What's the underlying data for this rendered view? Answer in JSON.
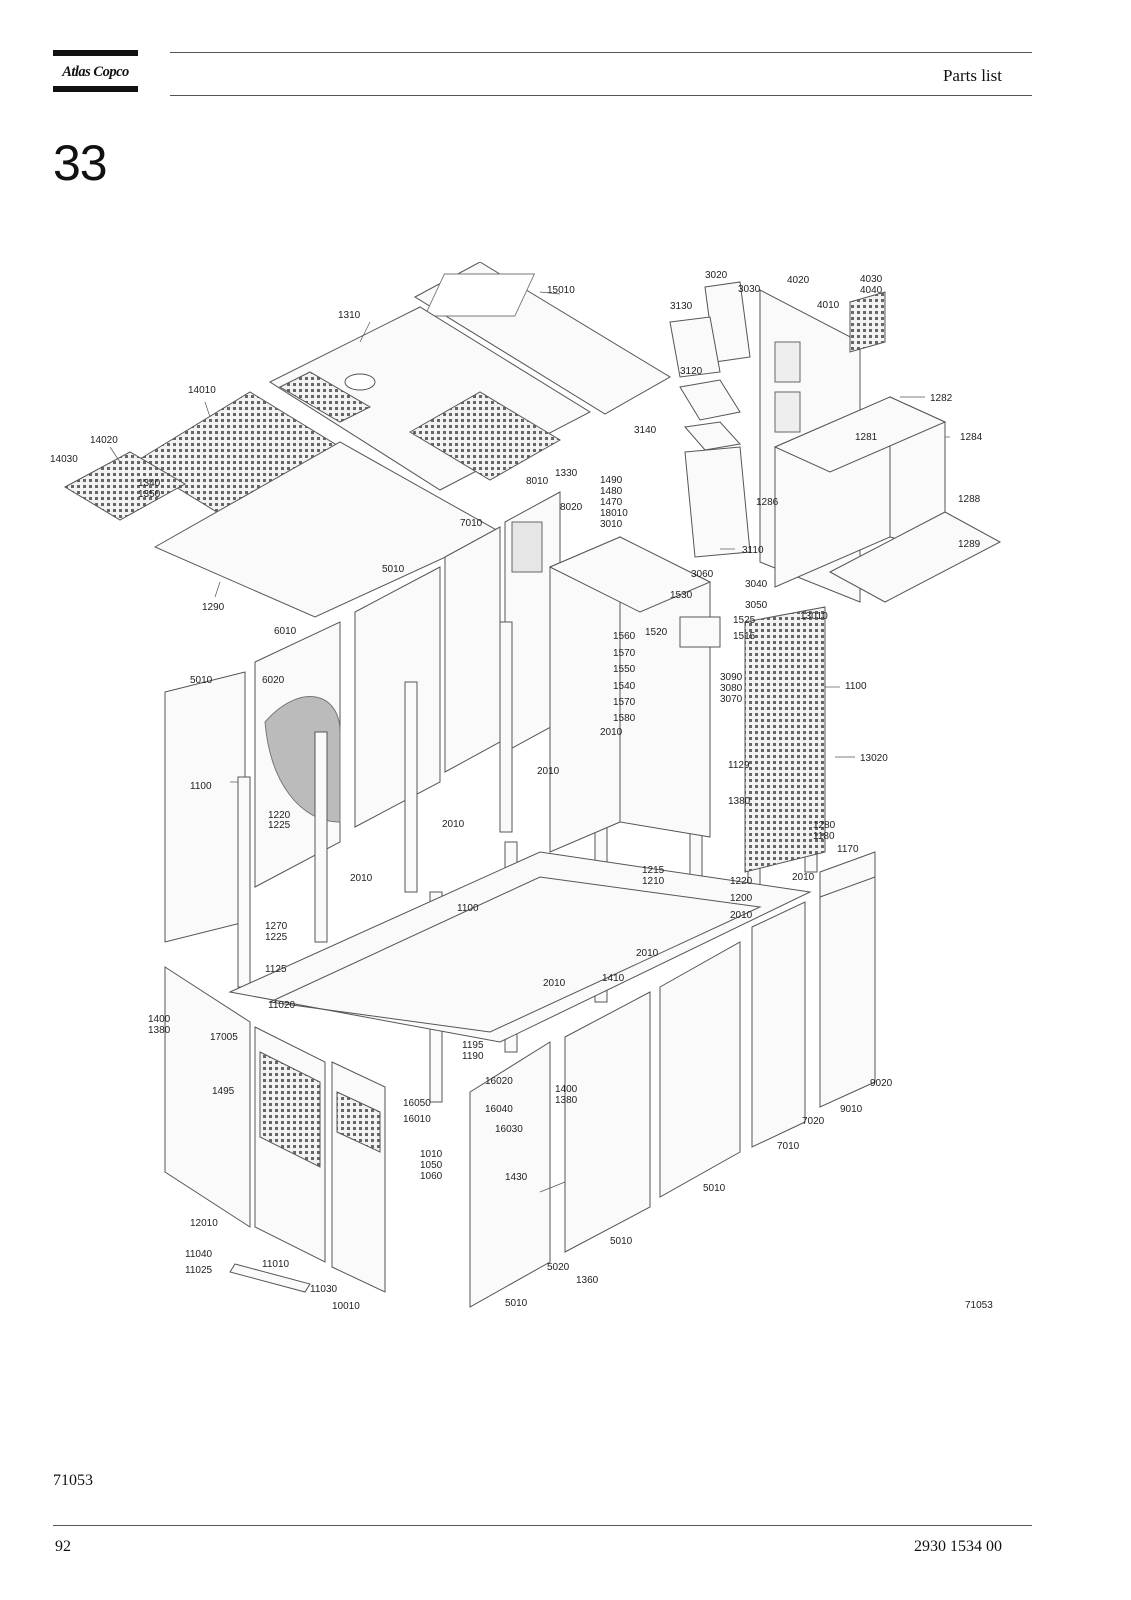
{
  "header": {
    "logo_text": "Atlas Copco",
    "title": "Parts list"
  },
  "section_number": "33",
  "figure": {
    "drawing_number": "71053",
    "callouts": [
      {
        "id": "c15010",
        "text": "15010"
      },
      {
        "id": "c1310",
        "text": "1310"
      },
      {
        "id": "c14010",
        "text": "14010"
      },
      {
        "id": "c14020",
        "text": "14020"
      },
      {
        "id": "c14030",
        "text": "14030"
      },
      {
        "id": "c1340",
        "text": "1340"
      },
      {
        "id": "c1350",
        "text": "1350"
      },
      {
        "id": "c1290",
        "text": "1290"
      },
      {
        "id": "c1330",
        "text": "1330"
      },
      {
        "id": "c8010",
        "text": "8010"
      },
      {
        "id": "c8020",
        "text": "8020"
      },
      {
        "id": "c7010a",
        "text": "7010"
      },
      {
        "id": "c5010a",
        "text": "5010"
      },
      {
        "id": "c6010",
        "text": "6010"
      },
      {
        "id": "c5010b",
        "text": "5010"
      },
      {
        "id": "c6020",
        "text": "6020"
      },
      {
        "id": "c1100a",
        "text": "1100"
      },
      {
        "id": "c1220",
        "text": "1220"
      },
      {
        "id": "c1225a",
        "text": "1225"
      },
      {
        "id": "c2010a",
        "text": "2010"
      },
      {
        "id": "c2010b",
        "text": "2010"
      },
      {
        "id": "c2010c",
        "text": "2010"
      },
      {
        "id": "c1490",
        "text": "1490"
      },
      {
        "id": "c1480",
        "text": "1480"
      },
      {
        "id": "c1470",
        "text": "1470"
      },
      {
        "id": "c18010",
        "text": "18010"
      },
      {
        "id": "c3010",
        "text": "3010"
      },
      {
        "id": "c3020",
        "text": "3020"
      },
      {
        "id": "c3030",
        "text": "3030"
      },
      {
        "id": "c3130",
        "text": "3130"
      },
      {
        "id": "c3120",
        "text": "3120"
      },
      {
        "id": "c3140",
        "text": "3140"
      },
      {
        "id": "c3110",
        "text": "3110"
      },
      {
        "id": "c3060",
        "text": "3060"
      },
      {
        "id": "c3040",
        "text": "3040"
      },
      {
        "id": "c3050",
        "text": "3050"
      },
      {
        "id": "c4020",
        "text": "4020"
      },
      {
        "id": "c4010",
        "text": "4010"
      },
      {
        "id": "c4030",
        "text": "4030"
      },
      {
        "id": "c4040",
        "text": "4040"
      },
      {
        "id": "c1282",
        "text": "1282"
      },
      {
        "id": "c1281",
        "text": "1281"
      },
      {
        "id": "c1284",
        "text": "1284"
      },
      {
        "id": "c1286",
        "text": "1286"
      },
      {
        "id": "c1288",
        "text": "1288"
      },
      {
        "id": "c1289",
        "text": "1289"
      },
      {
        "id": "c1530",
        "text": "1530"
      },
      {
        "id": "c1525",
        "text": "1525"
      },
      {
        "id": "c1520",
        "text": "1520"
      },
      {
        "id": "c1515",
        "text": "1515"
      },
      {
        "id": "c1560",
        "text": "1560"
      },
      {
        "id": "c1570a",
        "text": "1570"
      },
      {
        "id": "c1550",
        "text": "1550"
      },
      {
        "id": "c1540",
        "text": "1540"
      },
      {
        "id": "c1570b",
        "text": "1570"
      },
      {
        "id": "c1580",
        "text": "1580"
      },
      {
        "id": "c2010d",
        "text": "2010"
      },
      {
        "id": "c13010",
        "text": "13010"
      },
      {
        "id": "c1100b",
        "text": "1100"
      },
      {
        "id": "c3090",
        "text": "3090"
      },
      {
        "id": "c3080",
        "text": "3080"
      },
      {
        "id": "c3070",
        "text": "3070"
      },
      {
        "id": "c13020",
        "text": "13020"
      },
      {
        "id": "c1129",
        "text": "1129"
      },
      {
        "id": "c1380a",
        "text": "1380"
      },
      {
        "id": "c1280",
        "text": "1280"
      },
      {
        "id": "c1180",
        "text": "1180"
      },
      {
        "id": "c1170",
        "text": "1170"
      },
      {
        "id": "c1215",
        "text": "1215"
      },
      {
        "id": "c1210",
        "text": "1210"
      },
      {
        "id": "c1220b",
        "text": "1220"
      },
      {
        "id": "c1200",
        "text": "1200"
      },
      {
        "id": "c2010e",
        "text": "2010"
      },
      {
        "id": "c2010f",
        "text": "2010"
      },
      {
        "id": "c1270",
        "text": "1270"
      },
      {
        "id": "c1225b",
        "text": "1225"
      },
      {
        "id": "c1125",
        "text": "1125"
      },
      {
        "id": "c1100c",
        "text": "1100"
      },
      {
        "id": "c2010g",
        "text": "2010"
      },
      {
        "id": "c1410",
        "text": "1410"
      },
      {
        "id": "c2010h",
        "text": "2010"
      },
      {
        "id": "c1400a",
        "text": "1400"
      },
      {
        "id": "c1380b",
        "text": "1380"
      },
      {
        "id": "c11020",
        "text": "11020"
      },
      {
        "id": "c17005",
        "text": "17005"
      },
      {
        "id": "c1495",
        "text": "1495"
      },
      {
        "id": "c1195",
        "text": "1195"
      },
      {
        "id": "c1190",
        "text": "1190"
      },
      {
        "id": "c16020",
        "text": "16020"
      },
      {
        "id": "c16050",
        "text": "16050"
      },
      {
        "id": "c16010",
        "text": "16010"
      },
      {
        "id": "c16040",
        "text": "16040"
      },
      {
        "id": "c16030",
        "text": "16030"
      },
      {
        "id": "c1400b",
        "text": "1400"
      },
      {
        "id": "c1380c",
        "text": "1380"
      },
      {
        "id": "c1010",
        "text": "1010"
      },
      {
        "id": "c1050",
        "text": "1050"
      },
      {
        "id": "c1060",
        "text": "1060"
      },
      {
        "id": "c1430",
        "text": "1430"
      },
      {
        "id": "c9020",
        "text": "9020"
      },
      {
        "id": "c9010",
        "text": "9010"
      },
      {
        "id": "c7020",
        "text": "7020"
      },
      {
        "id": "c7010b",
        "text": "7010"
      },
      {
        "id": "c5010c",
        "text": "5010"
      },
      {
        "id": "c5010d",
        "text": "5010"
      },
      {
        "id": "c12010",
        "text": "12010"
      },
      {
        "id": "c11040",
        "text": "11040"
      },
      {
        "id": "c11025",
        "text": "11025"
      },
      {
        "id": "c11010",
        "text": "11010"
      },
      {
        "id": "c11030",
        "text": "11030"
      },
      {
        "id": "c10010",
        "text": "10010"
      },
      {
        "id": "c5020",
        "text": "5020"
      },
      {
        "id": "c1360",
        "text": "1360"
      },
      {
        "id": "c5010e",
        "text": "5010"
      }
    ]
  },
  "reference": "71053",
  "footer": {
    "page_number": "92",
    "document_number": "2930 1534 00"
  }
}
